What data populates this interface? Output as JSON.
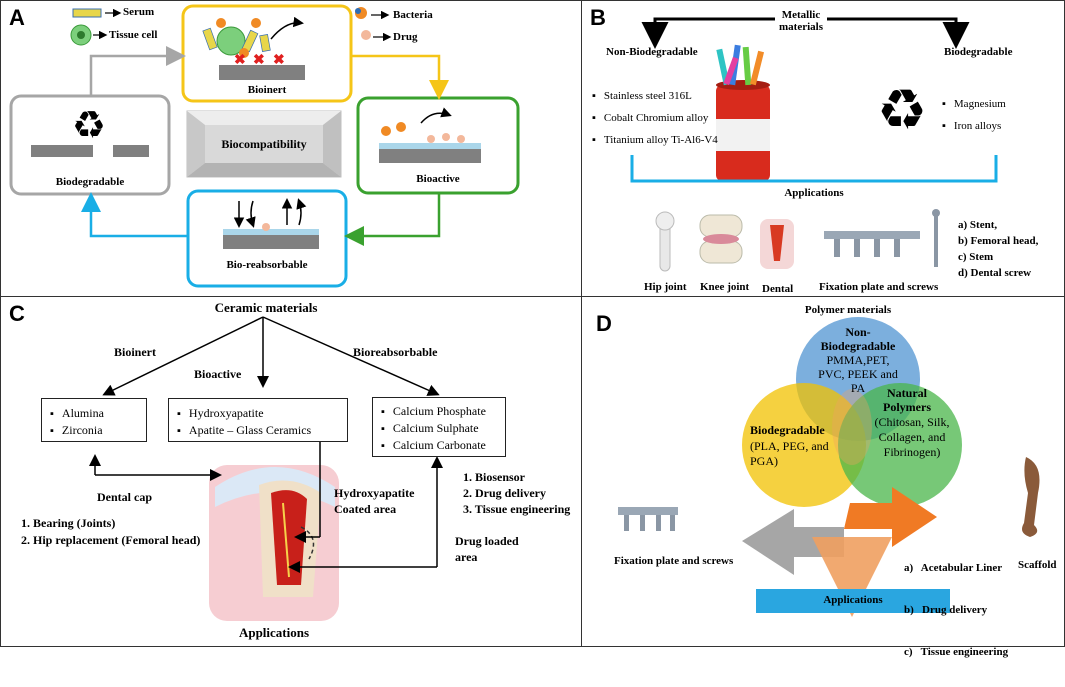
{
  "panels": {
    "a": {
      "letter": "A",
      "legend": {
        "serum": "Serum",
        "tissue_cell": "Tissue cell",
        "bacteria": "Bacteria",
        "drug": "Drug"
      },
      "center": "Biocompatibility",
      "nodes": {
        "bioinert": "Bioinert",
        "bioactive": "Bioactive",
        "bio_reabsorbable": "Bio-reabsorbable",
        "biodegradable": "Biodegradable"
      },
      "colors": {
        "bioinert": "#f5c518",
        "bioactive": "#3aa12f",
        "bio_reabsorbable": "#19aee6",
        "biodegradable": "#a6a6a6"
      }
    },
    "b": {
      "letter": "B",
      "title": "Metallic\nmaterials",
      "non_bio_label": "Non-Biodegradable",
      "bio_label": "Biodegradable",
      "non_bio_items": [
        "Stainless steel 316L",
        "Cobalt Chromium alloy",
        "Titanium alloy Ti-Al6-V4"
      ],
      "bio_items": [
        "Magnesium",
        "Iron alloys"
      ],
      "applications_label": "Applications",
      "app_images": [
        "Hip joint",
        "Knee joint",
        "Dental",
        "Fixation plate and screws"
      ],
      "app_list": [
        "a) Stent,",
        "b) Femoral head,",
        "c) Stem",
        "d) Dental screw"
      ]
    },
    "c": {
      "letter": "C",
      "title": "Ceramic materials",
      "categories": {
        "bioinert": "Bioinert",
        "bioactive": "Bioactive",
        "bioreabsorbable": "Bioreabsorbable"
      },
      "box1": [
        "Alumina",
        "Zirconia"
      ],
      "box2": [
        "Hydroxyapatite",
        "Apatite – Glass Ceramics"
      ],
      "box3": [
        "Calcium Phosphate",
        "Calcium Sulphate",
        "Calcium Carbonate"
      ],
      "dental_cap": "Dental cap",
      "left_list": [
        "1. Bearing (Joints)",
        "2. Hip replacement (Femoral head)"
      ],
      "hydroxy_label": "Hydroxyapatite\nCoated area",
      "right_list": [
        "1. Biosensor",
        "2. Drug delivery",
        "3. Tissue engineering"
      ],
      "drug_loaded": "Drug loaded\narea",
      "applications": "Applications"
    },
    "d": {
      "letter": "D",
      "title": "Polymer materials",
      "non_bio_title": "Non-\nBiodegradable",
      "non_bio_text": "PMMA,PET,\nPVC, PEEK and\nPA",
      "bio_title": "Biodegradable",
      "bio_text": "(PLA, PEG, and\nPGA)",
      "natural_title": "Natural\nPolymers",
      "natural_text": "(Chitosan, Silk,\nCollagen, and\nFibrinogen)",
      "left_label": "Fixation plate and screws",
      "right_label": "Scaffold",
      "app_list": [
        "a)   Acetabular Liner",
        "b)   Drug delivery",
        "c)   Tissue engineering"
      ],
      "applications": "Applications"
    }
  }
}
